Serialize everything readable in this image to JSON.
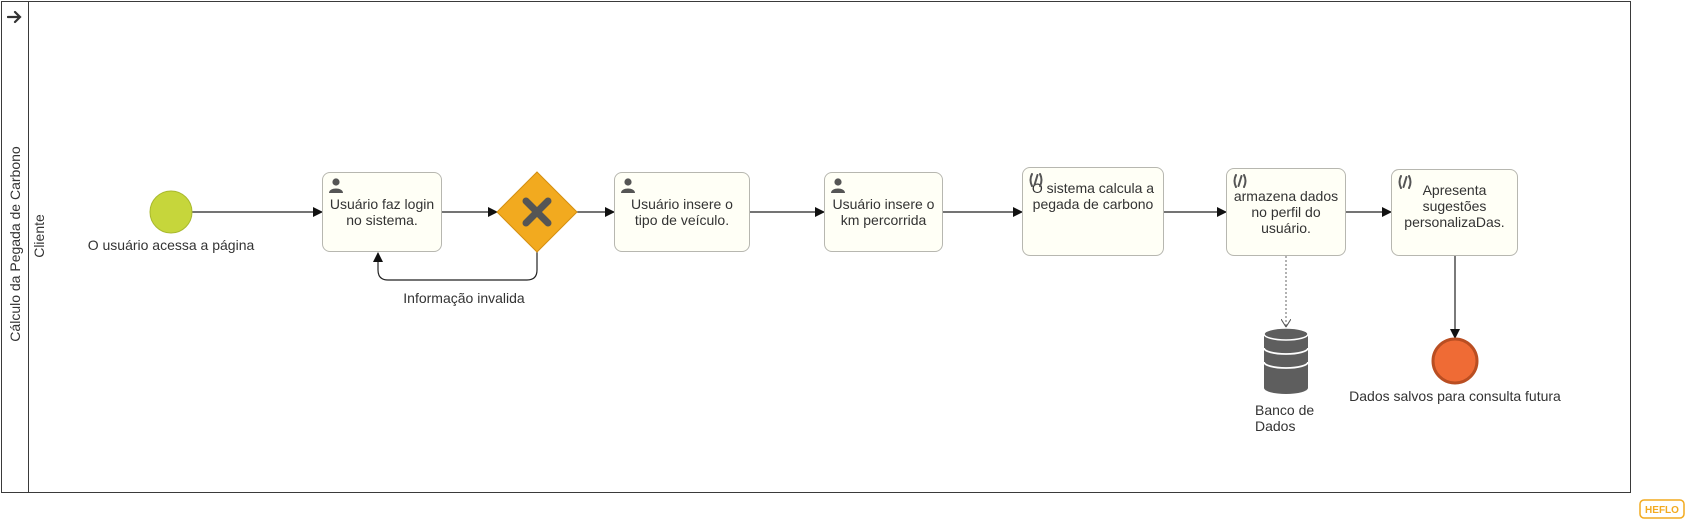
{
  "pool": {
    "name": "Cálculo da Pegada de Carbono",
    "lane": "Cliente"
  },
  "start_event": {
    "label": "O usuário acessa a página"
  },
  "tasks": [
    {
      "type": "user",
      "icon": "user-icon",
      "label": "Usuário faz login no sistema."
    },
    {
      "type": "user",
      "icon": "user-icon",
      "label": "Usuário insere o tipo de veículo."
    },
    {
      "type": "user",
      "icon": "user-icon",
      "label": "Usuário insere o km percorrida"
    },
    {
      "type": "script",
      "icon": "script-icon",
      "label": "O sistema calcula a pegada de carbono"
    },
    {
      "type": "script",
      "icon": "script-icon",
      "label": "armazena dados no perfil do usuário."
    },
    {
      "type": "script",
      "icon": "script-icon",
      "label": "Apresenta sugestões personalizaDas."
    }
  ],
  "gateway": {
    "type": "exclusive",
    "icon": "x-icon",
    "loop_label": "Informação invalida"
  },
  "data_store": {
    "label": "Banco de Dados",
    "icon": "database-icon"
  },
  "end_event": {
    "label": "Dados salvos para consulta futura"
  },
  "watermark": "HEFLO",
  "colors": {
    "start": "#c6d63b",
    "gateway": "#f2aa1f",
    "end": "#ef6b35",
    "task_fill": "#fffff6",
    "icon": "#555555"
  }
}
